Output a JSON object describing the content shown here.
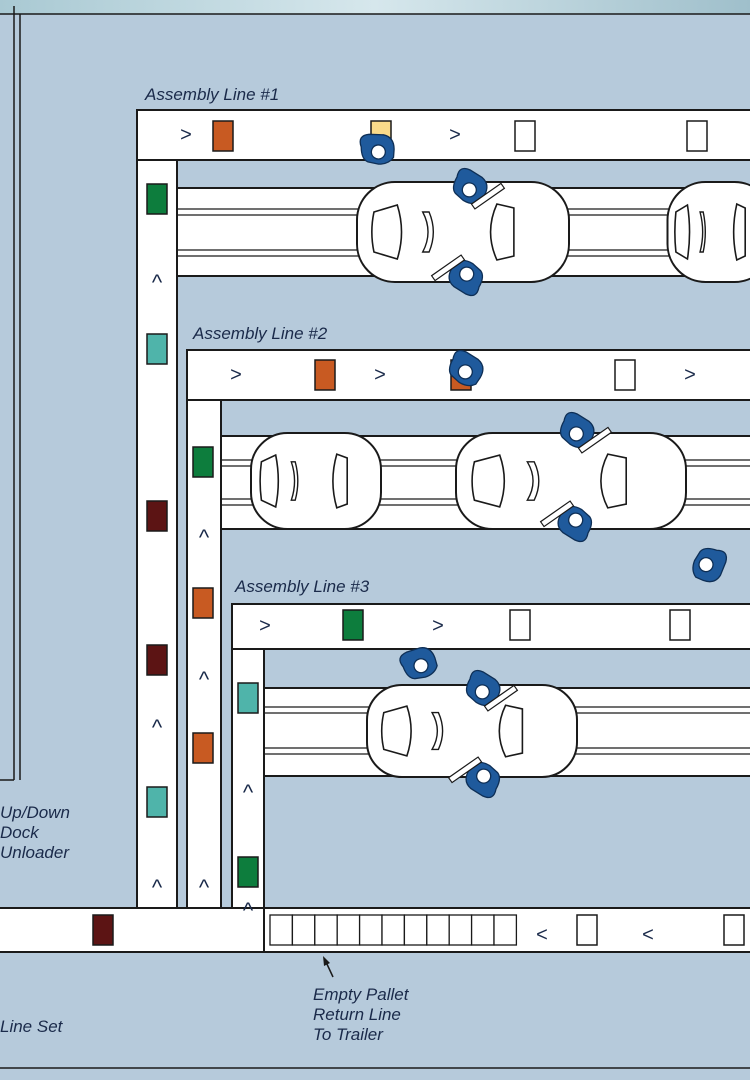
{
  "labels": {
    "line1": "Assembly Line #1",
    "line2": "Assembly Line #2",
    "line3": "Assembly Line #3",
    "dock": [
      "Up/Down",
      "Dock",
      "Unloader"
    ],
    "empty_pallet": [
      "Empty Pallet",
      "Return Line",
      "To Trailer"
    ],
    "line_set": "Line Set"
  },
  "glyphs": {
    "right": ">",
    "left": "<",
    "up": "^"
  },
  "colors": {
    "background": "#b6cadb",
    "conveyor": "#ffffff",
    "outline": "#1a1a1a",
    "worker": "#1f5a9c",
    "green": "#0d7d3d",
    "teal": "#4fb4aa",
    "maroon": "#5c1414",
    "orange": "#c85a22",
    "yellow": "#fadb8a"
  },
  "pallets": {
    "green": "green-pallet",
    "teal": "teal-pallet",
    "maroon": "maroon-pallet",
    "orange": "orange-pallet",
    "yellow": "yellow-pallet",
    "empty": "empty-pallet"
  }
}
